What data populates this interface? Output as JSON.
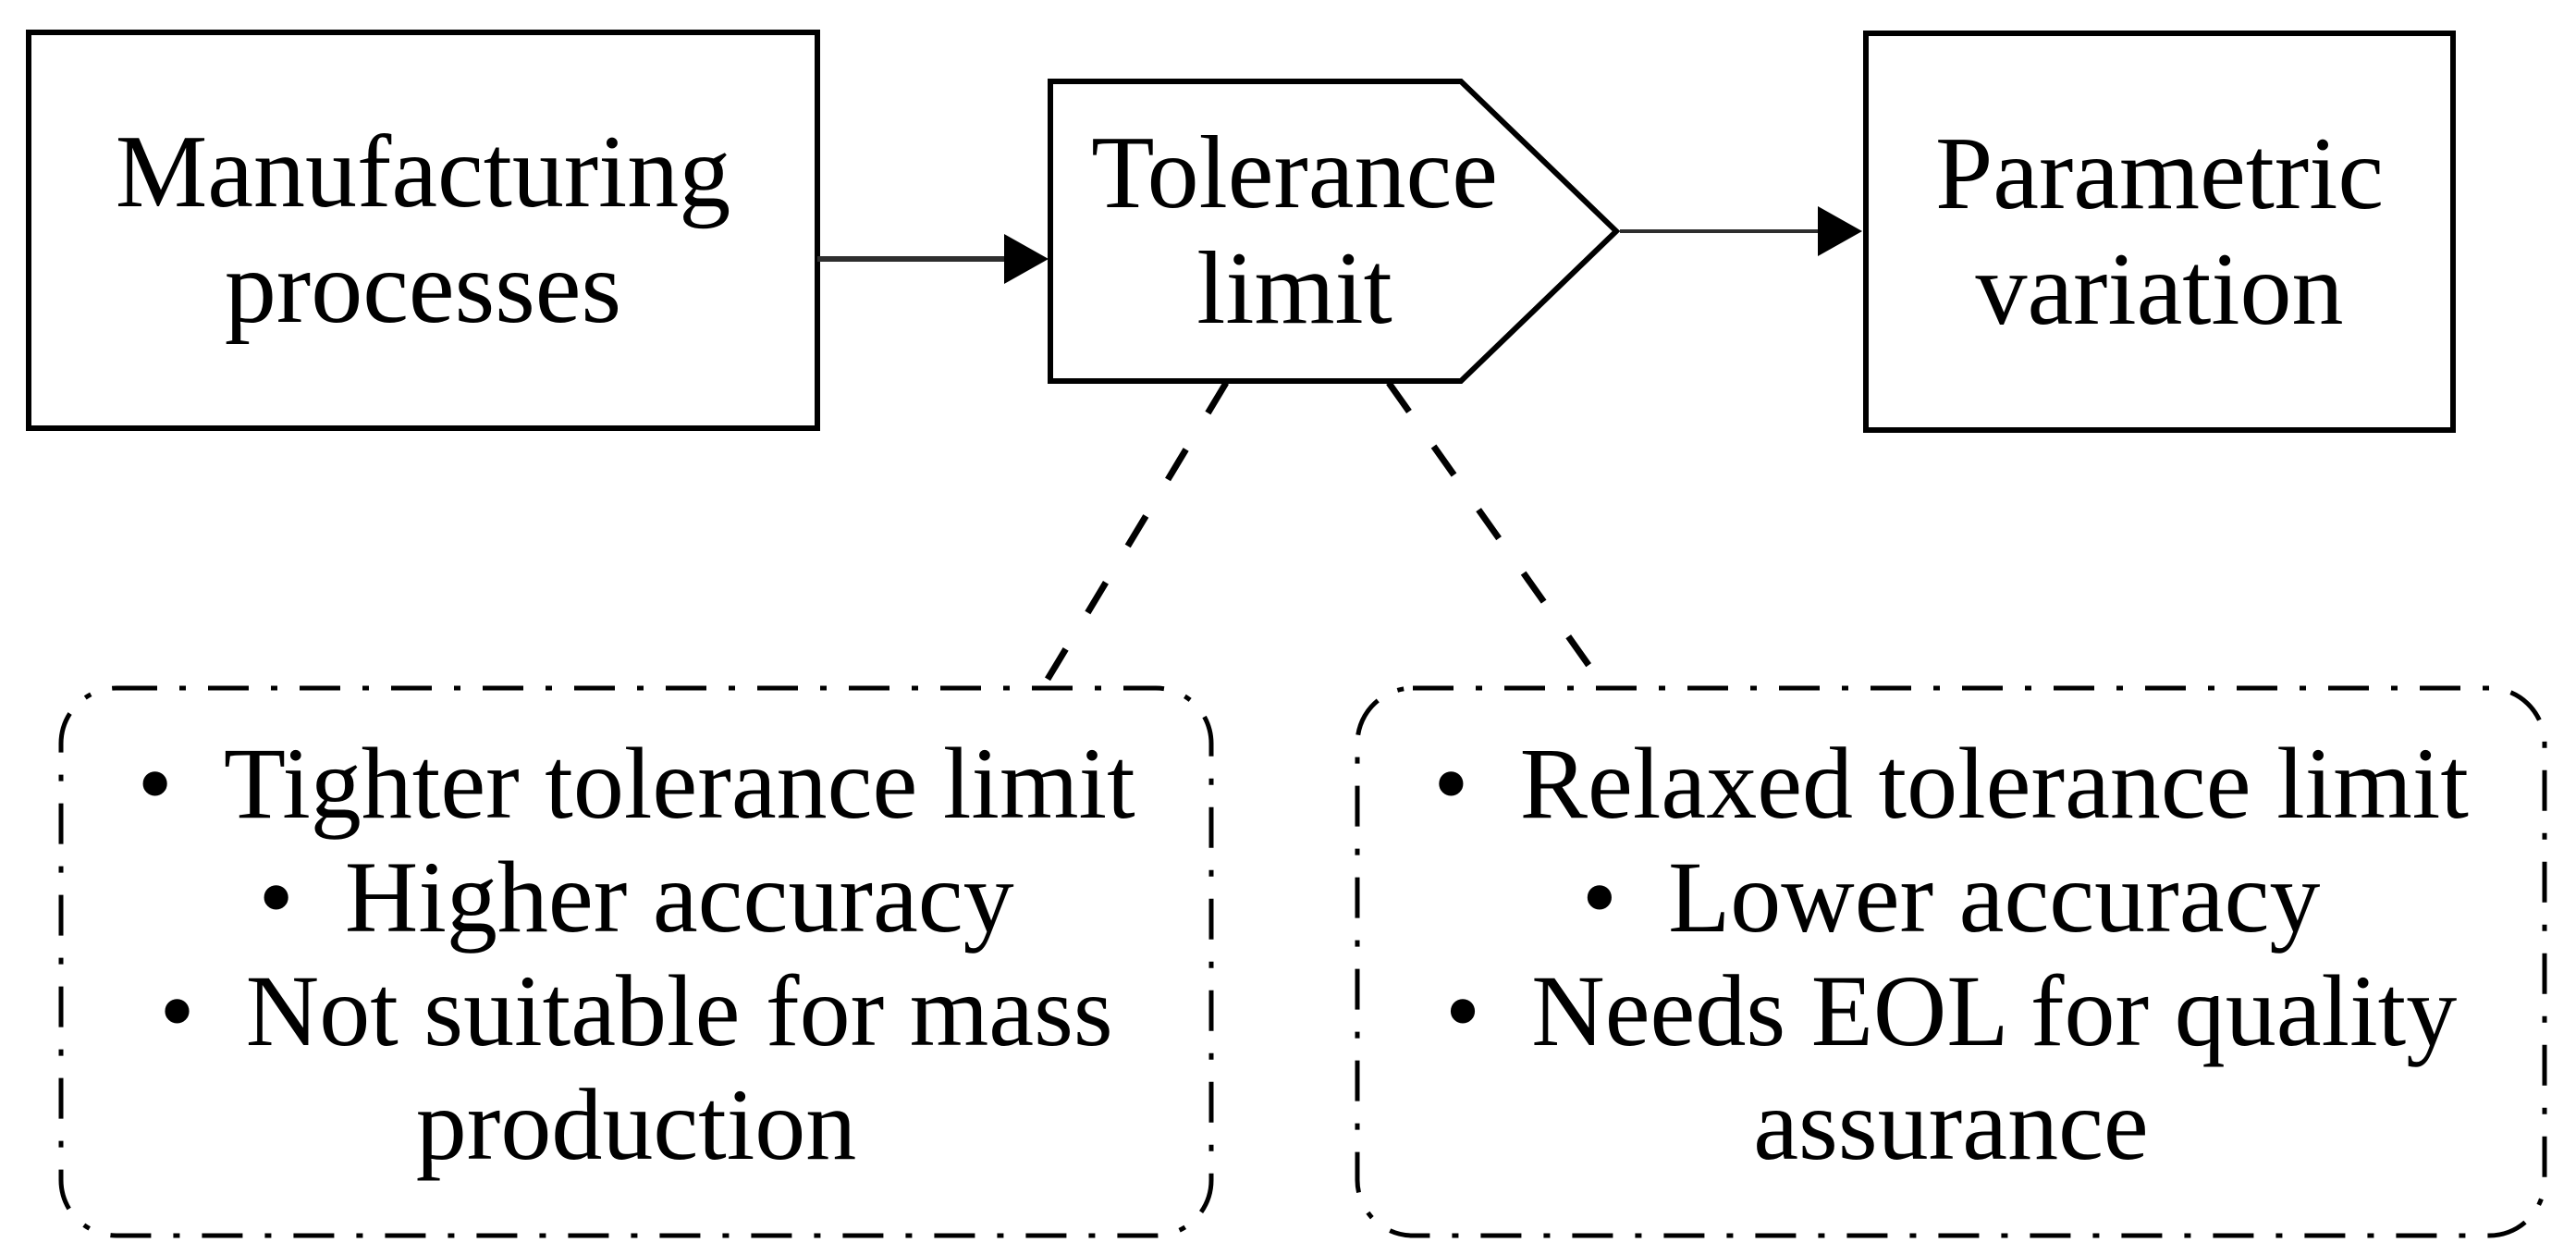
{
  "colors": {
    "ink": "#000000",
    "background": "#ffffff",
    "connector": "#2e2e2e"
  },
  "glyphs": {
    "bullet": "•"
  },
  "flow": {
    "manufacturing": {
      "lines": [
        "Manufacturing",
        "processes"
      ]
    },
    "tolerance": {
      "lines": [
        "Tolerance",
        "limit"
      ]
    },
    "parametric": {
      "lines": [
        "Parametric",
        "variation"
      ]
    }
  },
  "callouts": {
    "tight": {
      "items": [
        "Tighter tolerance limit",
        "Higher accuracy",
        "Not suitable for mass production"
      ]
    },
    "relaxed": {
      "items": [
        "Relaxed tolerance limit",
        "Lower accuracy",
        "Needs EOL for quality assurance"
      ]
    }
  }
}
